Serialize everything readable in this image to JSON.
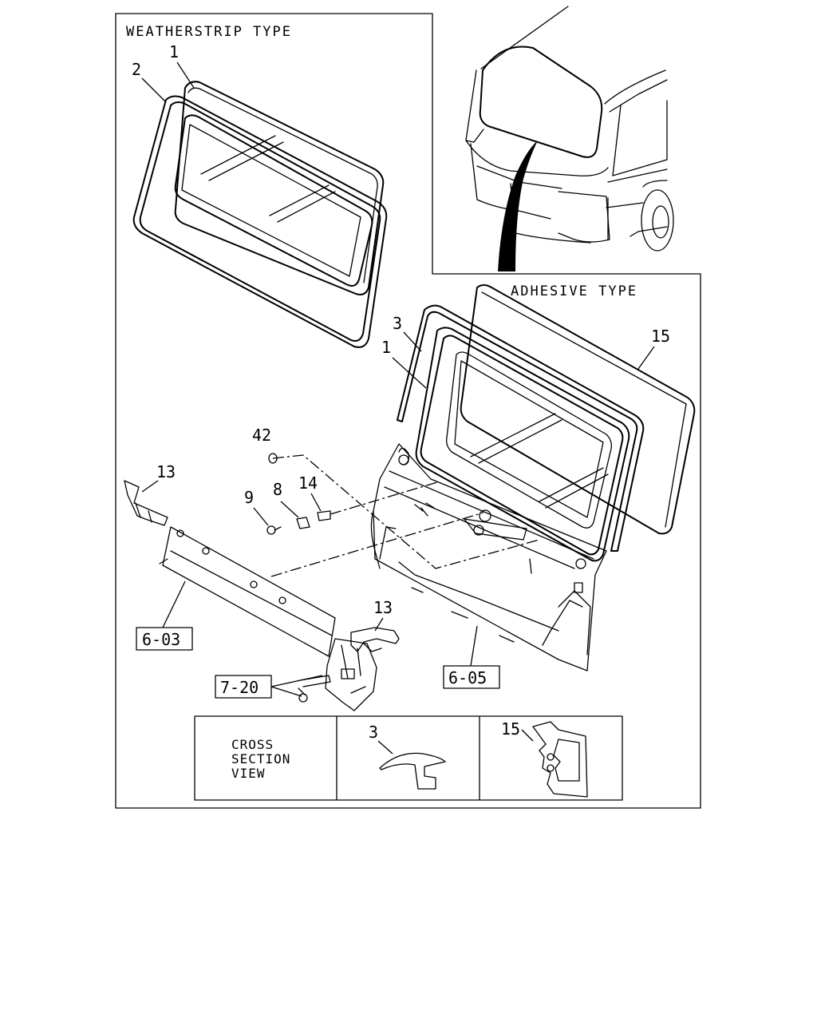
{
  "sections": {
    "weatherstrip_title": "WEATHERSTRIP TYPE",
    "adhesive_title": "ADHESIVE TYPE"
  },
  "callouts": [
    {
      "id": "ws-1",
      "label": "1"
    },
    {
      "id": "ws-2",
      "label": "2"
    },
    {
      "id": "ad-3",
      "label": "3"
    },
    {
      "id": "ad-1",
      "label": "1"
    },
    {
      "id": "ad-15",
      "label": "15"
    },
    {
      "id": "42",
      "label": "42"
    },
    {
      "id": "13a",
      "label": "13"
    },
    {
      "id": "9",
      "label": "9"
    },
    {
      "id": "8",
      "label": "8"
    },
    {
      "id": "14",
      "label": "14"
    },
    {
      "id": "13b",
      "label": "13"
    }
  ],
  "references": [
    {
      "id": "ref-6-03",
      "label": "6-03"
    },
    {
      "id": "ref-7-20",
      "label": "7-20"
    },
    {
      "id": "ref-6-05",
      "label": "6-05"
    }
  ],
  "cross_section": {
    "title_lines": [
      "CROSS",
      "SECTION",
      "VIEW"
    ],
    "part_a": "3",
    "part_b": "15"
  }
}
